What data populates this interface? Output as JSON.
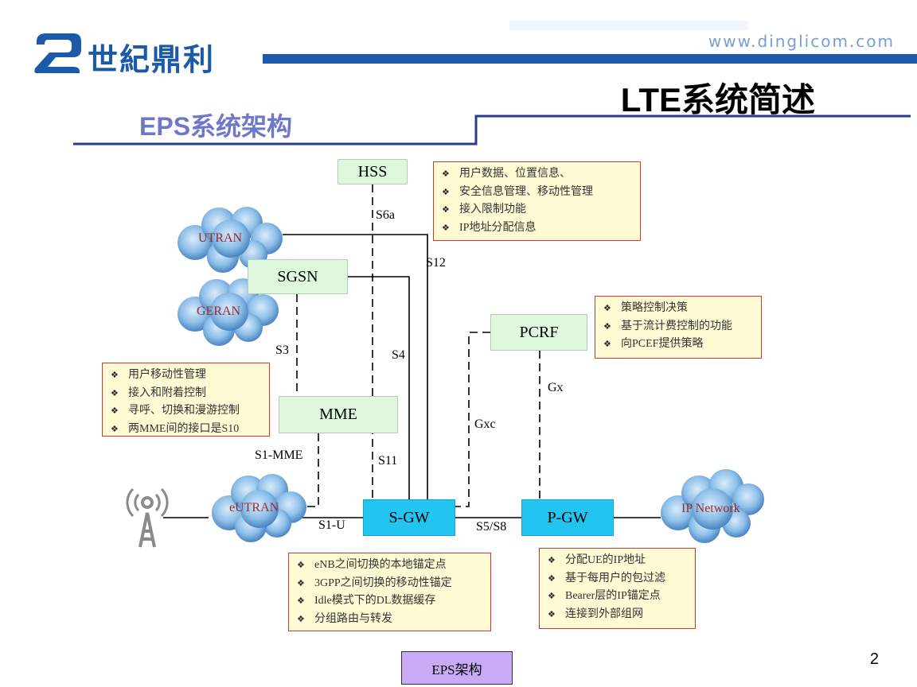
{
  "brand": {
    "company_name": "世紀鼎利",
    "website": "www.dinglicom.com"
  },
  "slide": {
    "title": "LTE系统简述",
    "section_title": "EPS系统架构",
    "page_number": "2",
    "caption": "EPS架构"
  },
  "nodes": {
    "hss": "HSS",
    "sgsn": "SGSN",
    "mme": "MME",
    "pcrf": "PCRF",
    "sgw": "S-GW",
    "pgw": "P-GW"
  },
  "clouds": {
    "utran": "UTRAN",
    "geran": "GERAN",
    "eutran": "eUTRAN",
    "ip_network": "IP Network"
  },
  "interfaces": {
    "s6a": "S6a",
    "s12": "S12",
    "s3": "S3",
    "s4": "S4",
    "gx": "Gx",
    "gxc": "Gxc",
    "s1_mme": "S1-MME",
    "s11": "S11",
    "s1_u": "S1-U",
    "s5_s8": "S5/S8"
  },
  "notes": {
    "hss": [
      "用户数据、位置信息、",
      "安全信息管理、移动性管理",
      "接入限制功能",
      "IP地址分配信息"
    ],
    "pcrf": [
      "策略控制决策",
      "基于流计费控制的功能",
      "向PCEF提供策略"
    ],
    "mme": [
      "用户移动性管理",
      "接入和附着控制",
      "寻呼、切换和漫游控制",
      "两MME间的接口是S10"
    ],
    "sgw": [
      "eNB之间切换的本地锚定点",
      "3GPP之间切换的移动性锚定",
      "Idle模式下的DL数据缓存",
      "分组路由与转发"
    ],
    "pgw": [
      "分配UE的IP地址",
      "基于每用户的包过滤",
      "Bearer层的IP锚定点",
      "连接到外部组网"
    ]
  },
  "colors": {
    "brand_blue": "#1a5aa8",
    "section_title": "#6f78c8",
    "node_green": "#ddf8dd",
    "node_blue": "#22c4f0",
    "note_fill": "#fffbd4",
    "note_border": "#c23a3a",
    "cloud_label": "#9c2b2b",
    "caption_fill": "#c9aaf5"
  },
  "icons": {
    "bullet": "❖",
    "logo": "logo-icon",
    "antenna": "antenna-icon",
    "cloud": "cloud-icon"
  }
}
